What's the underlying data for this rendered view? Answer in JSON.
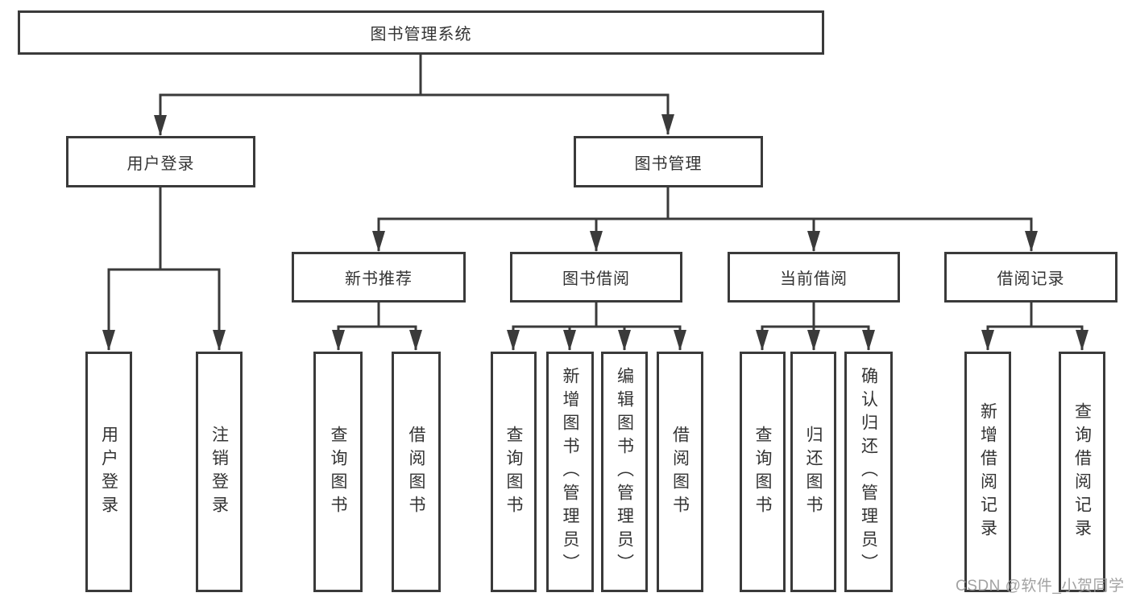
{
  "diagram": {
    "root": {
      "label": "图书管理系统"
    },
    "level2": {
      "user_login": {
        "label": "用户登录"
      },
      "book_mgmt": {
        "label": "图书管理"
      }
    },
    "level3": {
      "new_book_rec": {
        "label": "新书推荐"
      },
      "book_borrow": {
        "label": "图书借阅"
      },
      "current_borrow": {
        "label": "当前借阅"
      },
      "borrow_record": {
        "label": "借阅记录"
      }
    },
    "leaves": {
      "ul_login": {
        "label": "用户登录"
      },
      "ul_logout": {
        "label": "注销登录"
      },
      "nb_query": {
        "label": "查询图书"
      },
      "nb_borrow": {
        "label": "借阅图书"
      },
      "bb_query": {
        "label": "查询图书"
      },
      "bb_add": {
        "label": "新增图书（管理员）"
      },
      "bb_edit": {
        "label": "编辑图书（管理员）"
      },
      "bb_borrow": {
        "label": "借阅图书"
      },
      "cb_query": {
        "label": "查询图书"
      },
      "cb_return": {
        "label": "归还图书"
      },
      "cb_confirm": {
        "label": "确认归还（管理员）"
      },
      "br_add": {
        "label": "新增借阅记录"
      },
      "br_query": {
        "label": "查询借阅记录"
      }
    },
    "colors": {
      "line": "#3a3a3a",
      "text": "#333333",
      "background": "#ffffff",
      "watermark": "#9a9a9a"
    },
    "watermark": {
      "text": "CSDN @软件_小贺同学"
    }
  }
}
